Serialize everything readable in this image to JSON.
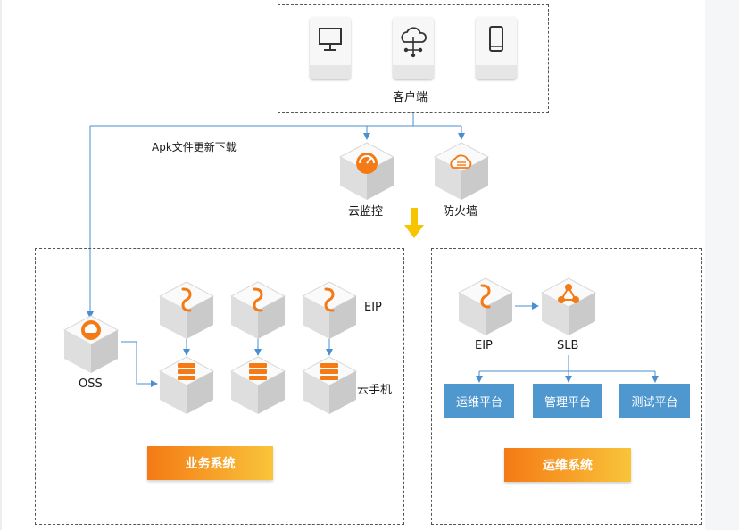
{
  "client": {
    "label": "客户端",
    "devices": [
      {
        "icon": "desktop-monitor-icon"
      },
      {
        "icon": "cloud-network-icon"
      },
      {
        "icon": "mobile-phone-icon"
      }
    ]
  },
  "apk_label": "Apk文件更新下载",
  "security": {
    "monitor_label": "云监控",
    "firewall_label": "防火墙"
  },
  "business": {
    "eip_label": "EIP",
    "phone_label": "云手机",
    "oss_label": "OSS",
    "system_label": "业务系统"
  },
  "ops": {
    "eip_label": "EIP",
    "slb_label": "SLB",
    "platforms": [
      "运维平台",
      "管理平台",
      "测试平台"
    ],
    "system_label": "运维系统"
  },
  "colors": {
    "line": "#4a8fd0",
    "orange": "#f47a15",
    "platform_blue": "#4f97cf",
    "arrow_yellow": "#f7c400"
  }
}
